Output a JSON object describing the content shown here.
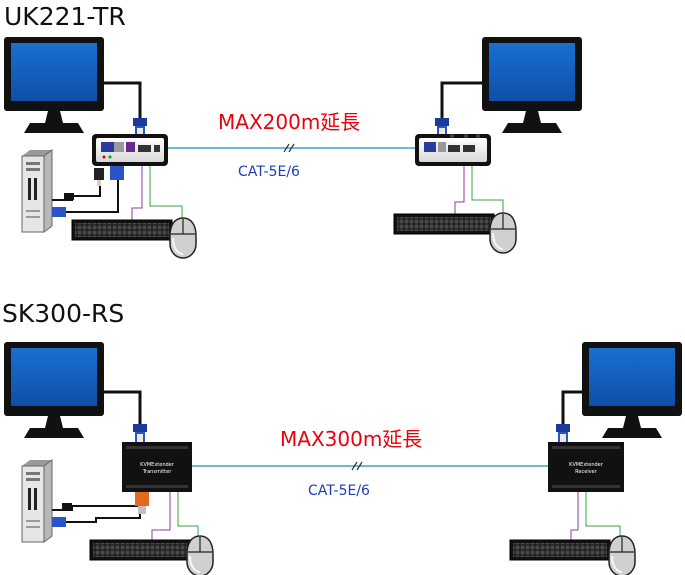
{
  "sections": [
    {
      "title": "UK221-TR",
      "distance_label": "MAX200m延長",
      "cable_label": "CAT-5E/6"
    },
    {
      "title": "SK300-RS",
      "distance_label": "MAX300m延長",
      "cable_label": "CAT-5E/6",
      "transmitter": {
        "brand": "KVMExtender",
        "role": "Transmitter"
      },
      "receiver": {
        "brand": "KVMExtender",
        "role": "Receiver"
      }
    }
  ],
  "colors": {
    "title": "#111111",
    "distance_label": "#e8000b",
    "cable_label": "#1c3fb8",
    "cat_cable": "#3aa6c8",
    "video_cable": "#111111",
    "keyboard_cable": "#8a3c9e",
    "mouse_cable": "#33a83a",
    "screen": "#1565c8"
  },
  "icons": [
    "monitor-icon",
    "pc-tower-icon",
    "keyboard-icon",
    "mouse-icon",
    "vga-connector-icon",
    "usb-connector-icon",
    "extender-unit-icon"
  ]
}
